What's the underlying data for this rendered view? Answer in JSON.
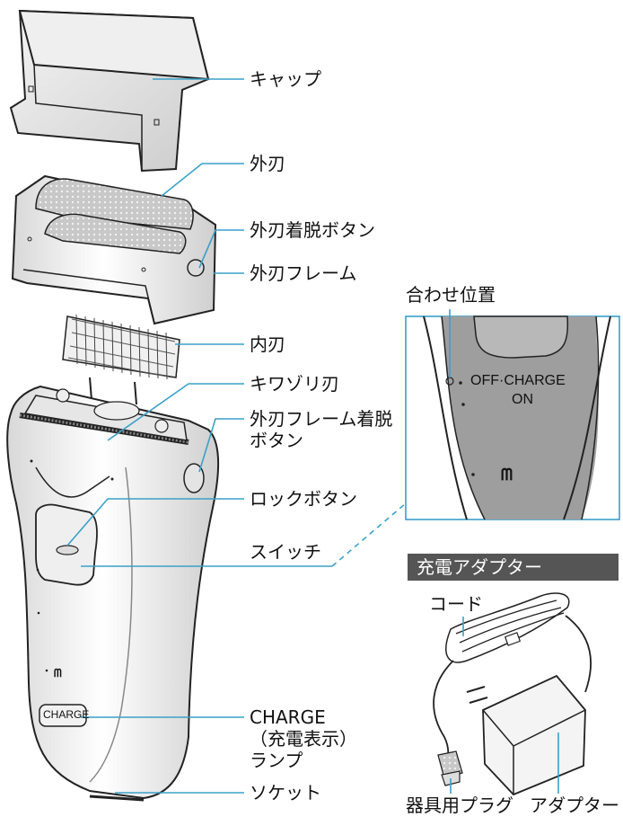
{
  "labels": {
    "cap": "キャップ",
    "outer_blade": "外刃",
    "outer_blade_release": "外刃着脱ボタン",
    "outer_blade_frame": "外刃フレーム",
    "inner_blade": "内刃",
    "trimmer": "キワゾリ刃",
    "frame_release": "外刃フレーム着脱\nボタン",
    "lock_button": "ロックボタン",
    "switch": "スイッチ",
    "charge_lamp": "CHARGE\n（充電表示）\nランプ",
    "socket": "ソケット",
    "alignment_mark": "合わせ位置",
    "cord": "コード",
    "appliance_plug": "器具用プラグ",
    "adapter": "アダプター"
  },
  "inset": {
    "off_charge": "OFF·CHARGE",
    "on": "ON",
    "battery_mark": "ᗰ"
  },
  "device": {
    "charge_button_text": "CHARGE",
    "battery_mark": "ᗰ"
  },
  "adapter_section": {
    "heading": "充電アダプター"
  },
  "colors": {
    "accent_line": "#3aa0c8",
    "heading_bg": "#555555",
    "inset_center": "#9e9e9e"
  }
}
